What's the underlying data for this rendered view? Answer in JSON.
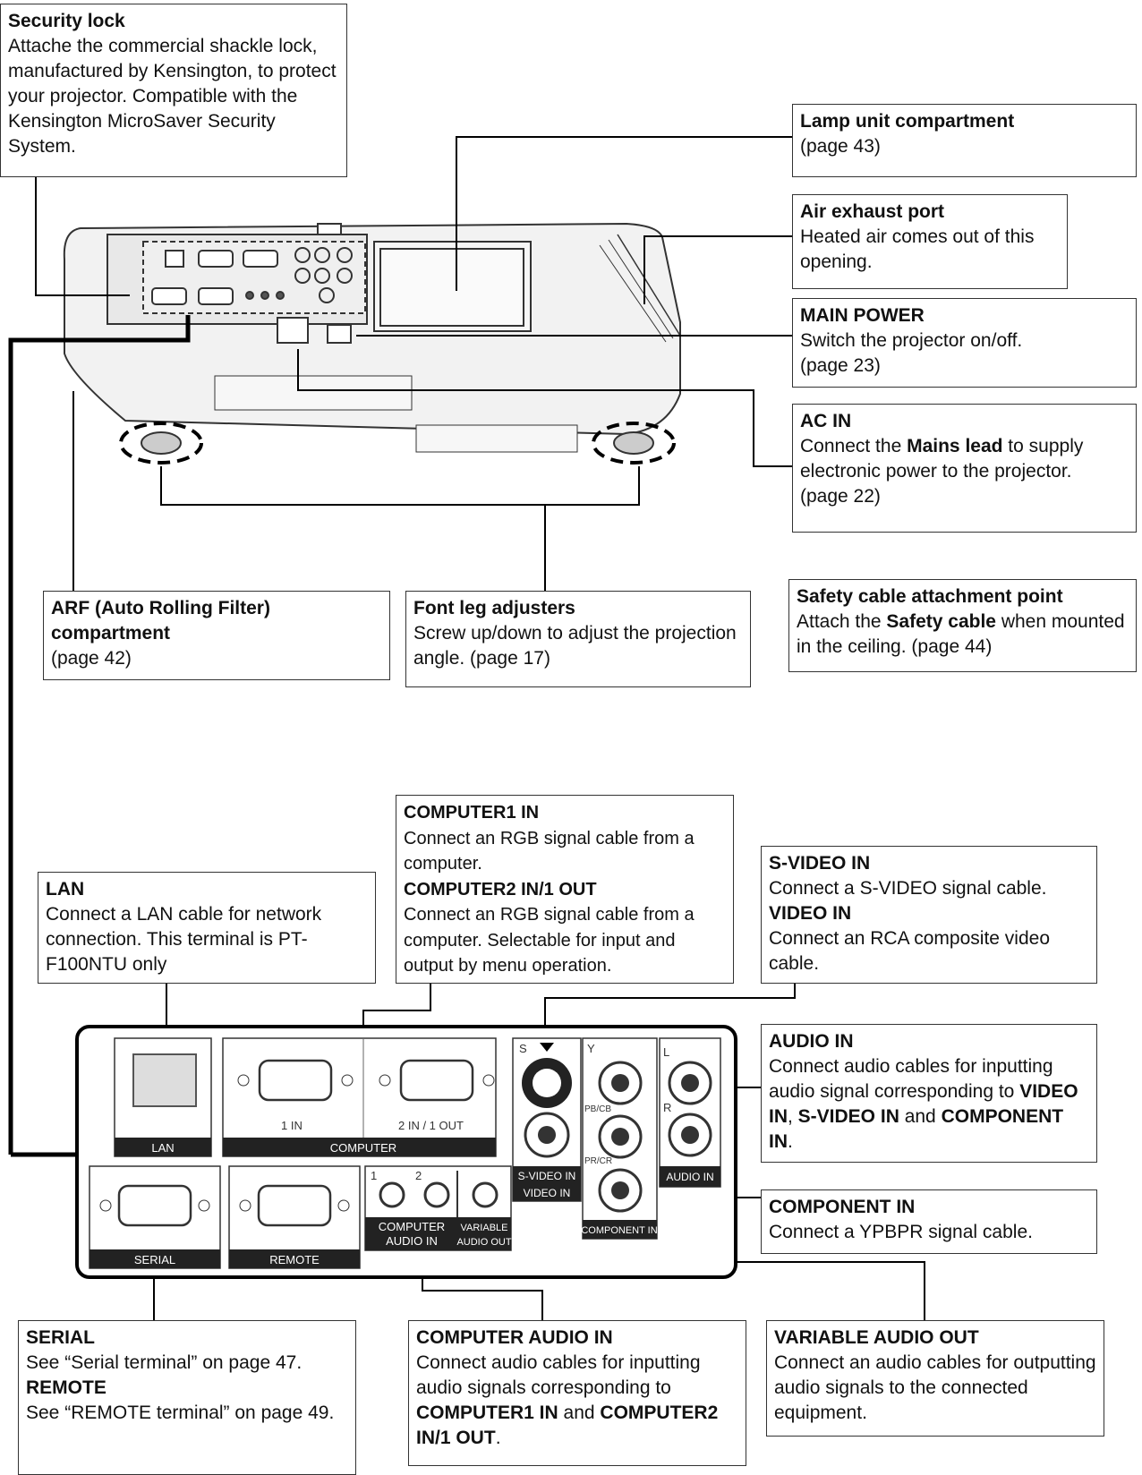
{
  "callouts": {
    "security": {
      "title": "Security lock",
      "desc": "Attache the commercial shackle lock, manufactured by Kensington, to protect your projector. Compatible with the Kensington MicroSaver Security System."
    },
    "lamp": {
      "title": "Lamp unit compartment",
      "desc": "(page 43)"
    },
    "exhaust": {
      "title": "Air exhaust port",
      "desc": "Heated air comes out of this opening."
    },
    "power": {
      "title": "MAIN POWER",
      "desc1": "Switch the projector on/off.",
      "desc2": "(page 23)"
    },
    "acin": {
      "title": "AC IN",
      "pre": "Connect the ",
      "bold": "Mains lead",
      "post": " to supply electronic power to the projector.",
      "page": "(page 22)"
    },
    "arf": {
      "title": "ARF (Auto Rolling Filter) compartment",
      "desc": "(page 42)"
    },
    "leg": {
      "title": "Font leg adjusters",
      "desc": "Screw up/down to adjust the projection angle. (page 17)"
    },
    "safety": {
      "title": "Safety cable attachment point",
      "pre": "Attach the ",
      "bold": "Safety cable",
      "post": " when mounted in the ceiling. (page 44)"
    },
    "computer": {
      "title1": "COMPUTER1 IN",
      "desc1": "Connect an RGB signal cable from a computer.",
      "title2": "COMPUTER2 IN/1 OUT",
      "desc2": "Connect an RGB signal cable from a computer. Selectable for input and output by menu operation."
    },
    "lan": {
      "title": "LAN",
      "desc": "Connect a LAN cable for network connection. This terminal is PT-F100NTU only"
    },
    "svideo": {
      "title1": "S-VIDEO IN",
      "desc1": "Connect a S-VIDEO signal cable.",
      "title2": "VIDEO IN",
      "desc2": "Connect an RCA composite video cable."
    },
    "audioin": {
      "title": "AUDIO IN",
      "pre": "Connect audio cables for inputting audio signal corresponding to ",
      "b1": "VIDEO IN",
      "m1": ", ",
      "b2": "S-VIDEO IN",
      "m2": " and ",
      "b3": "COMPONENT IN",
      "end": "."
    },
    "component": {
      "title": "COMPONENT IN",
      "desc": "Connect a YPBPR signal cable."
    },
    "serial": {
      "title1": "SERIAL",
      "desc1": "See “Serial terminal” on page 47.",
      "title2": "REMOTE",
      "desc2": "See “REMOTE terminal” on page 49."
    },
    "compaudio": {
      "title": "COMPUTER AUDIO IN",
      "pre": "Connect audio cables for inputting audio signals corresponding to ",
      "b1": "COMPUTER1 IN",
      "m1": " and ",
      "b2": "COMPUTER2 IN/1 OUT",
      "end": "."
    },
    "varaudio": {
      "title": "VARIABLE AUDIO OUT",
      "desc": "Connect an audio cables for outputting audio signals to the connected equipment."
    }
  },
  "panel": {
    "lan": "LAN",
    "computer": "COMPUTER",
    "in1": "1 IN",
    "in2": "2 IN / 1 OUT",
    "s": "S",
    "svideo": "S-VIDEO IN",
    "video": "VIDEO IN",
    "y": "Y",
    "pbcb": "PB/CB",
    "prcr": "PR/CR",
    "component": "COMPONENT IN",
    "l": "L",
    "r": "R",
    "audioin": "AUDIO IN",
    "serial": "SERIAL",
    "remote": "REMOTE",
    "n1": "1",
    "n2": "2",
    "compaudio1": "COMPUTER",
    "compaudio2": "AUDIO IN",
    "var1": "VARIABLE",
    "var2": "AUDIO OUT"
  }
}
